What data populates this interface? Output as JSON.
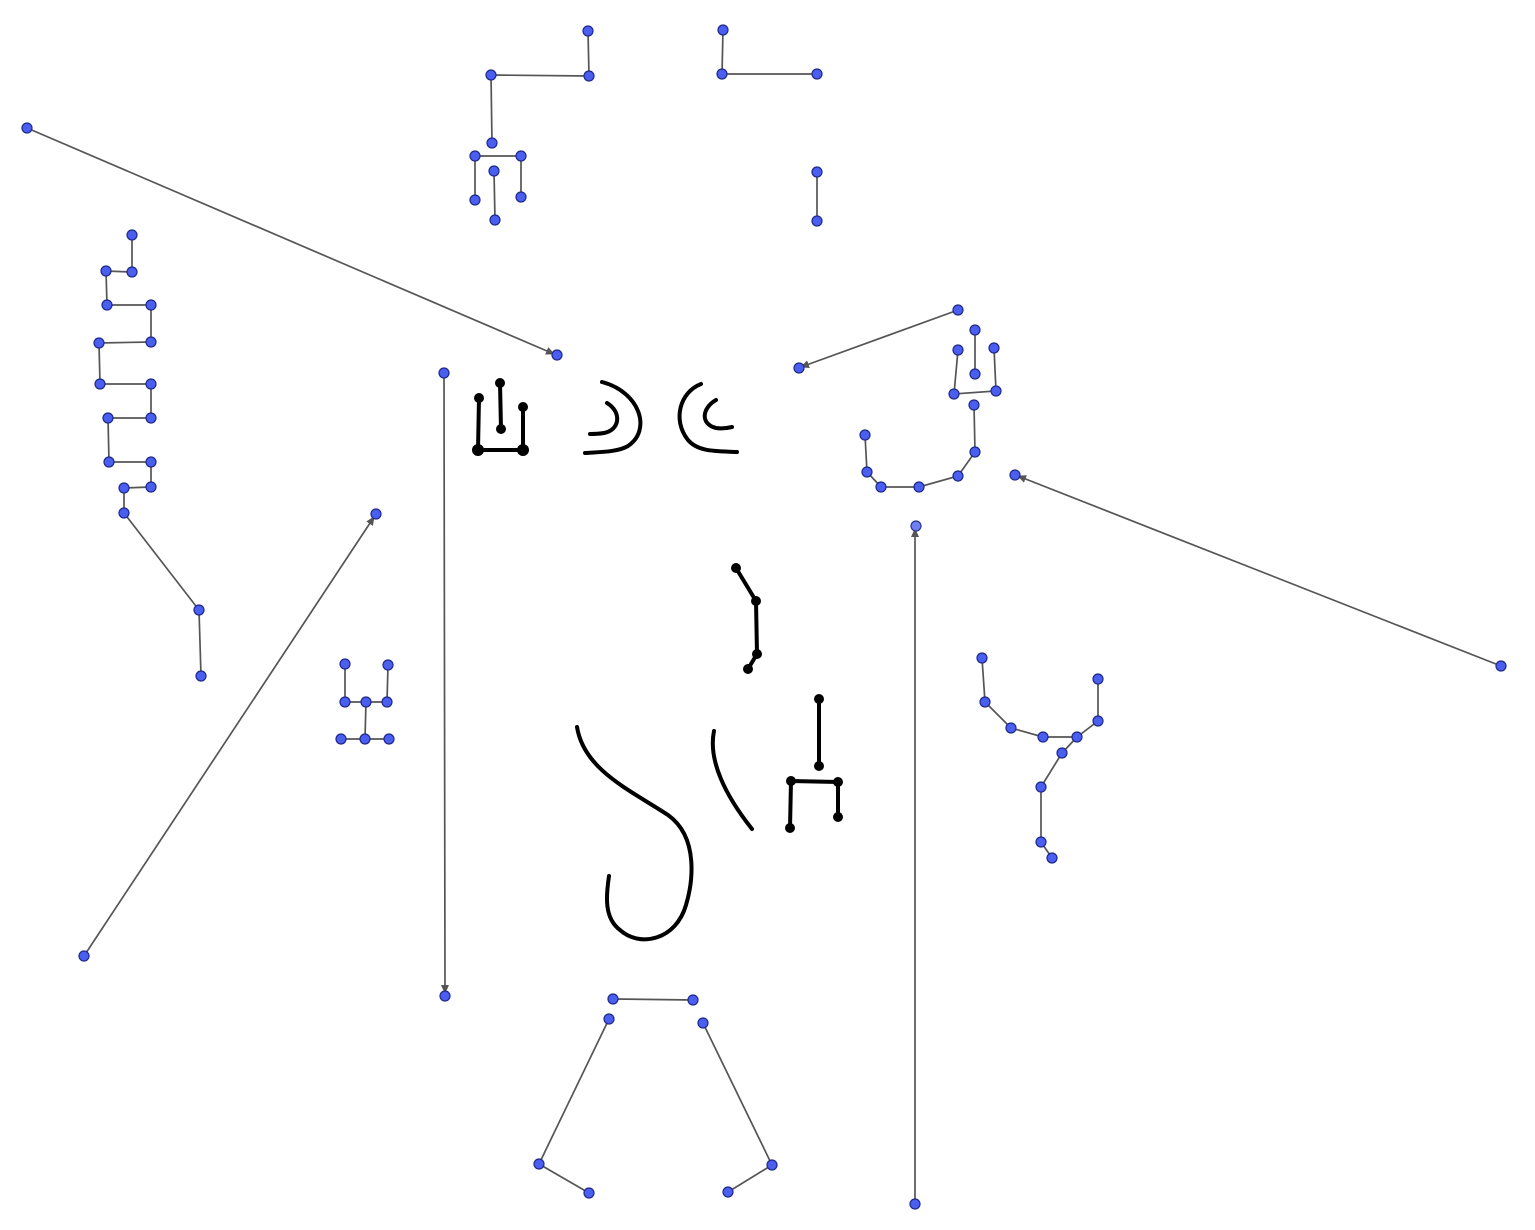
{
  "canvas": {
    "background": "#ffffff",
    "point_color": "#4a5ef0",
    "segment_color": "#555555",
    "ink_color": "#000000"
  },
  "figures": [
    "top-left-bracket-stroke",
    "top-right-bracket-stroke",
    "top-left-branch-stroke",
    "top-right-short-stroke",
    "left-ladder-stroke",
    "left-small-h-stroke",
    "right-fork-stroke",
    "right-hook-stroke",
    "right-y-stroke",
    "bottom-trapezoid-stroke",
    "central-ink-glyphs"
  ],
  "arrows": [
    "arrow-top-left-diagonal",
    "arrow-upper-right",
    "arrow-far-right",
    "arrow-left-vertical",
    "arrow-left-diagonal",
    "arrow-right-vertical"
  ]
}
